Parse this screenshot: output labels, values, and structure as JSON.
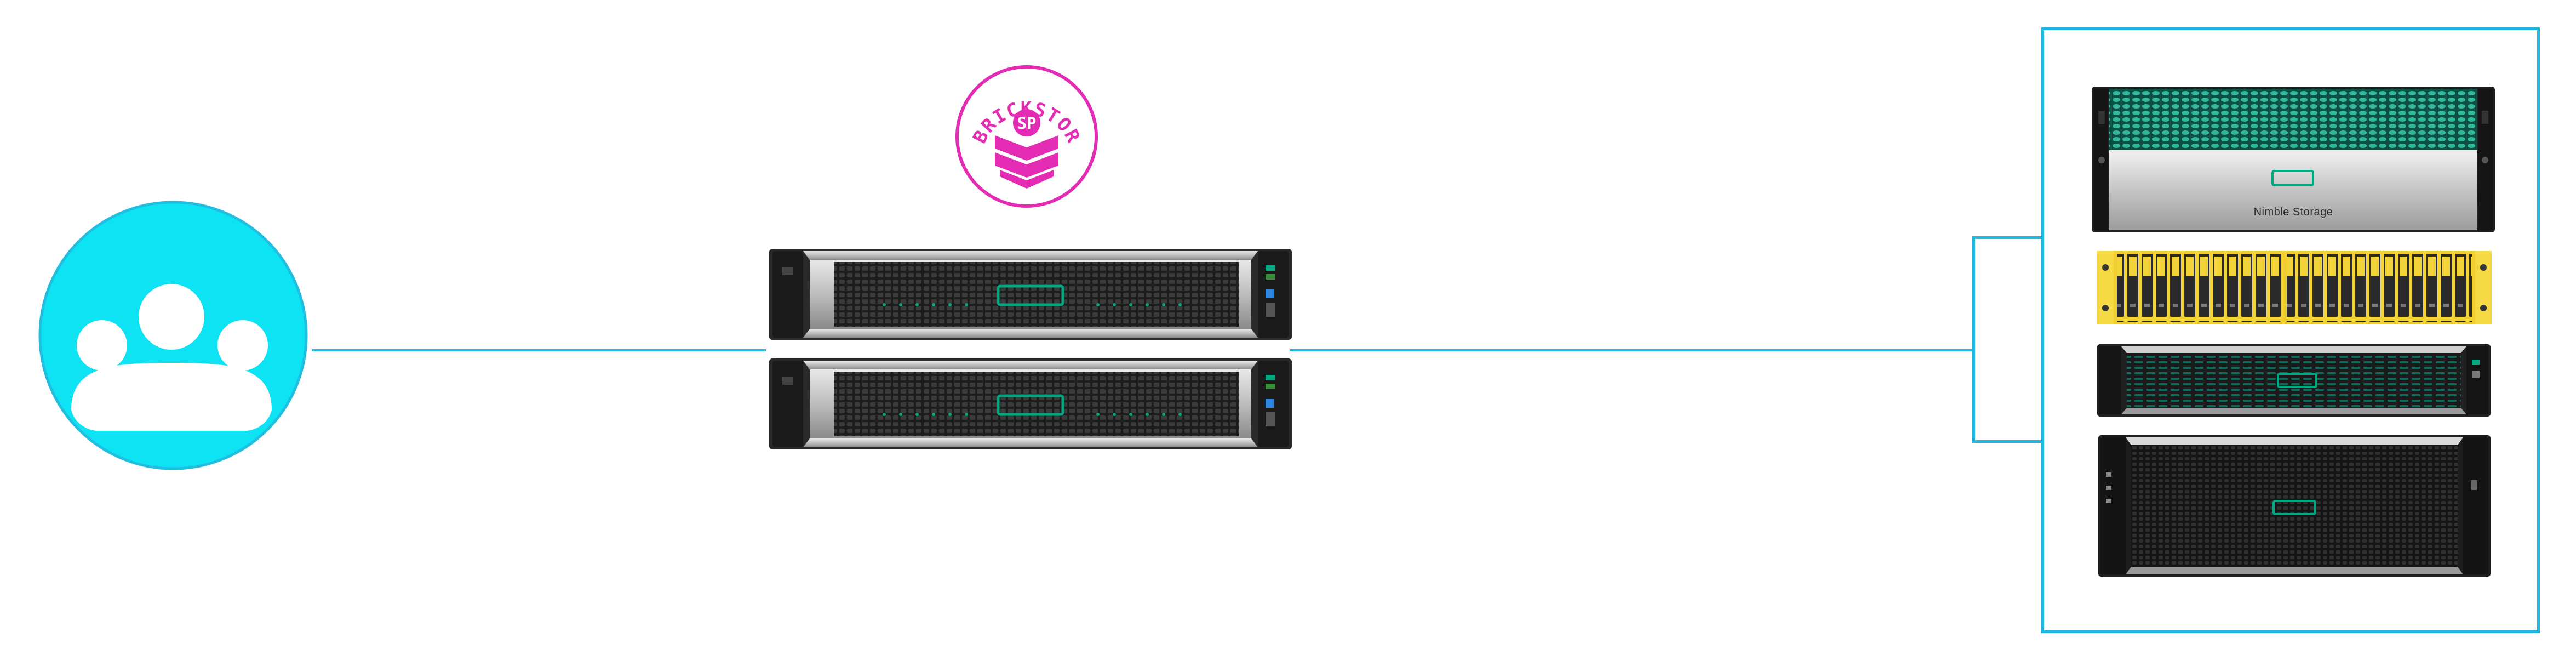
{
  "colors": {
    "line": "#1fb6df",
    "users_circle_fill": "#0de3f2",
    "users_circle_border": "#20bfe0",
    "logo_accent": "#e32bb4",
    "hpe_green": "#01a982"
  },
  "icons": {
    "users": "users-group-icon",
    "logo": "brickstor-sp-logo"
  },
  "logo": {
    "brand_text": "BRICKSTOR",
    "badge_text": "SP"
  },
  "storage": {
    "nimble_label": "Nimble Storage"
  }
}
